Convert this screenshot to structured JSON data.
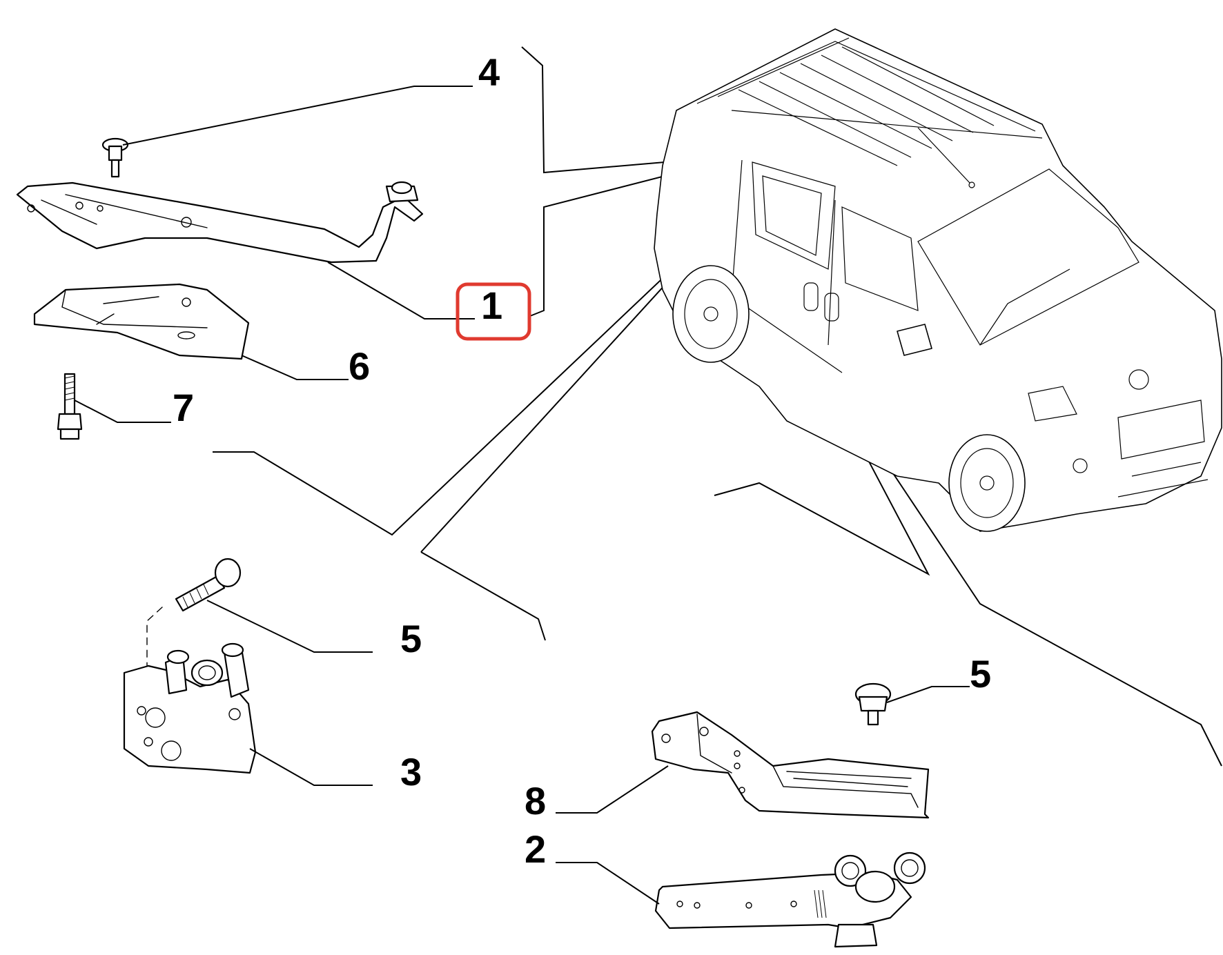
{
  "callouts": [
    {
      "id": "part-4",
      "label": "4"
    },
    {
      "id": "part-1",
      "label": "1",
      "highlight_color": "#e03a2f"
    },
    {
      "id": "part-6",
      "label": "6"
    },
    {
      "id": "part-7",
      "label": "7"
    },
    {
      "id": "part-5-top",
      "label": "5"
    },
    {
      "id": "part-3",
      "label": "3"
    },
    {
      "id": "part-5-right",
      "label": "5"
    },
    {
      "id": "part-8",
      "label": "8"
    },
    {
      "id": "part-2",
      "label": "2"
    }
  ],
  "colors": {
    "line": "#000000",
    "background": "#ffffff",
    "highlight": "#e03a2f"
  }
}
